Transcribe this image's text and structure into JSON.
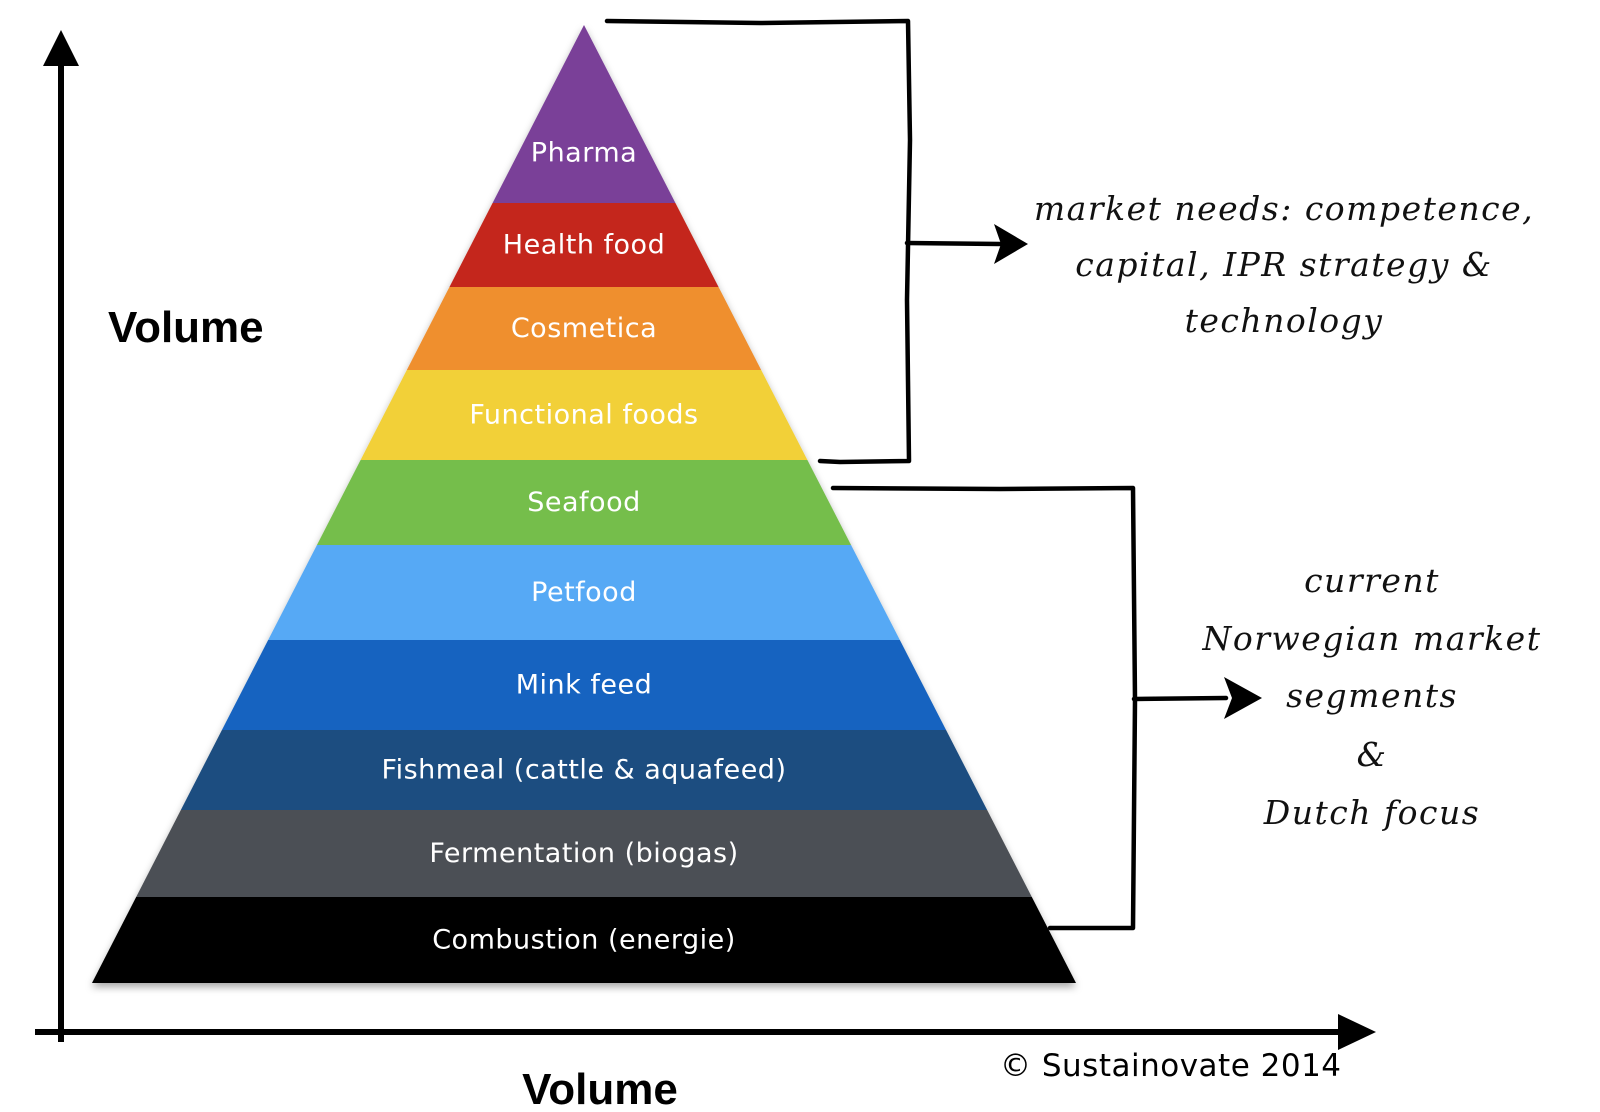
{
  "pyramid": {
    "layers": [
      {
        "label": "Pharma",
        "color": "#7a3f98"
      },
      {
        "label": "Health  food",
        "color": "#c4281c"
      },
      {
        "label": "Cosmetica",
        "color": "#ef8f2d"
      },
      {
        "label": "Functional  foods",
        "color": "#f2d037"
      },
      {
        "label": "Seafood",
        "color": "#74be4b"
      },
      {
        "label": "Petfood",
        "color": "#56a9f5"
      },
      {
        "label": "Mink  feed",
        "color": "#1764c0"
      },
      {
        "label": "Fishmeal  (cattle  &  aquafeed)",
        "color": "#1c4d80"
      },
      {
        "label": "Fermentation  (biogas)",
        "color": "#4c4f54"
      },
      {
        "label": "Combustion  (energie)",
        "color": "#000000"
      }
    ]
  },
  "axes": {
    "y_label": "Volume",
    "x_label": "Volume"
  },
  "annotations": {
    "upper_note": [
      "market needs: competence,",
      "capital, IPR strategy &",
      "technology"
    ],
    "lower_note": [
      "current",
      "Norwegian market",
      "segments",
      "&",
      "Dutch focus"
    ]
  },
  "copyright": "© Sustainovate 2014"
}
